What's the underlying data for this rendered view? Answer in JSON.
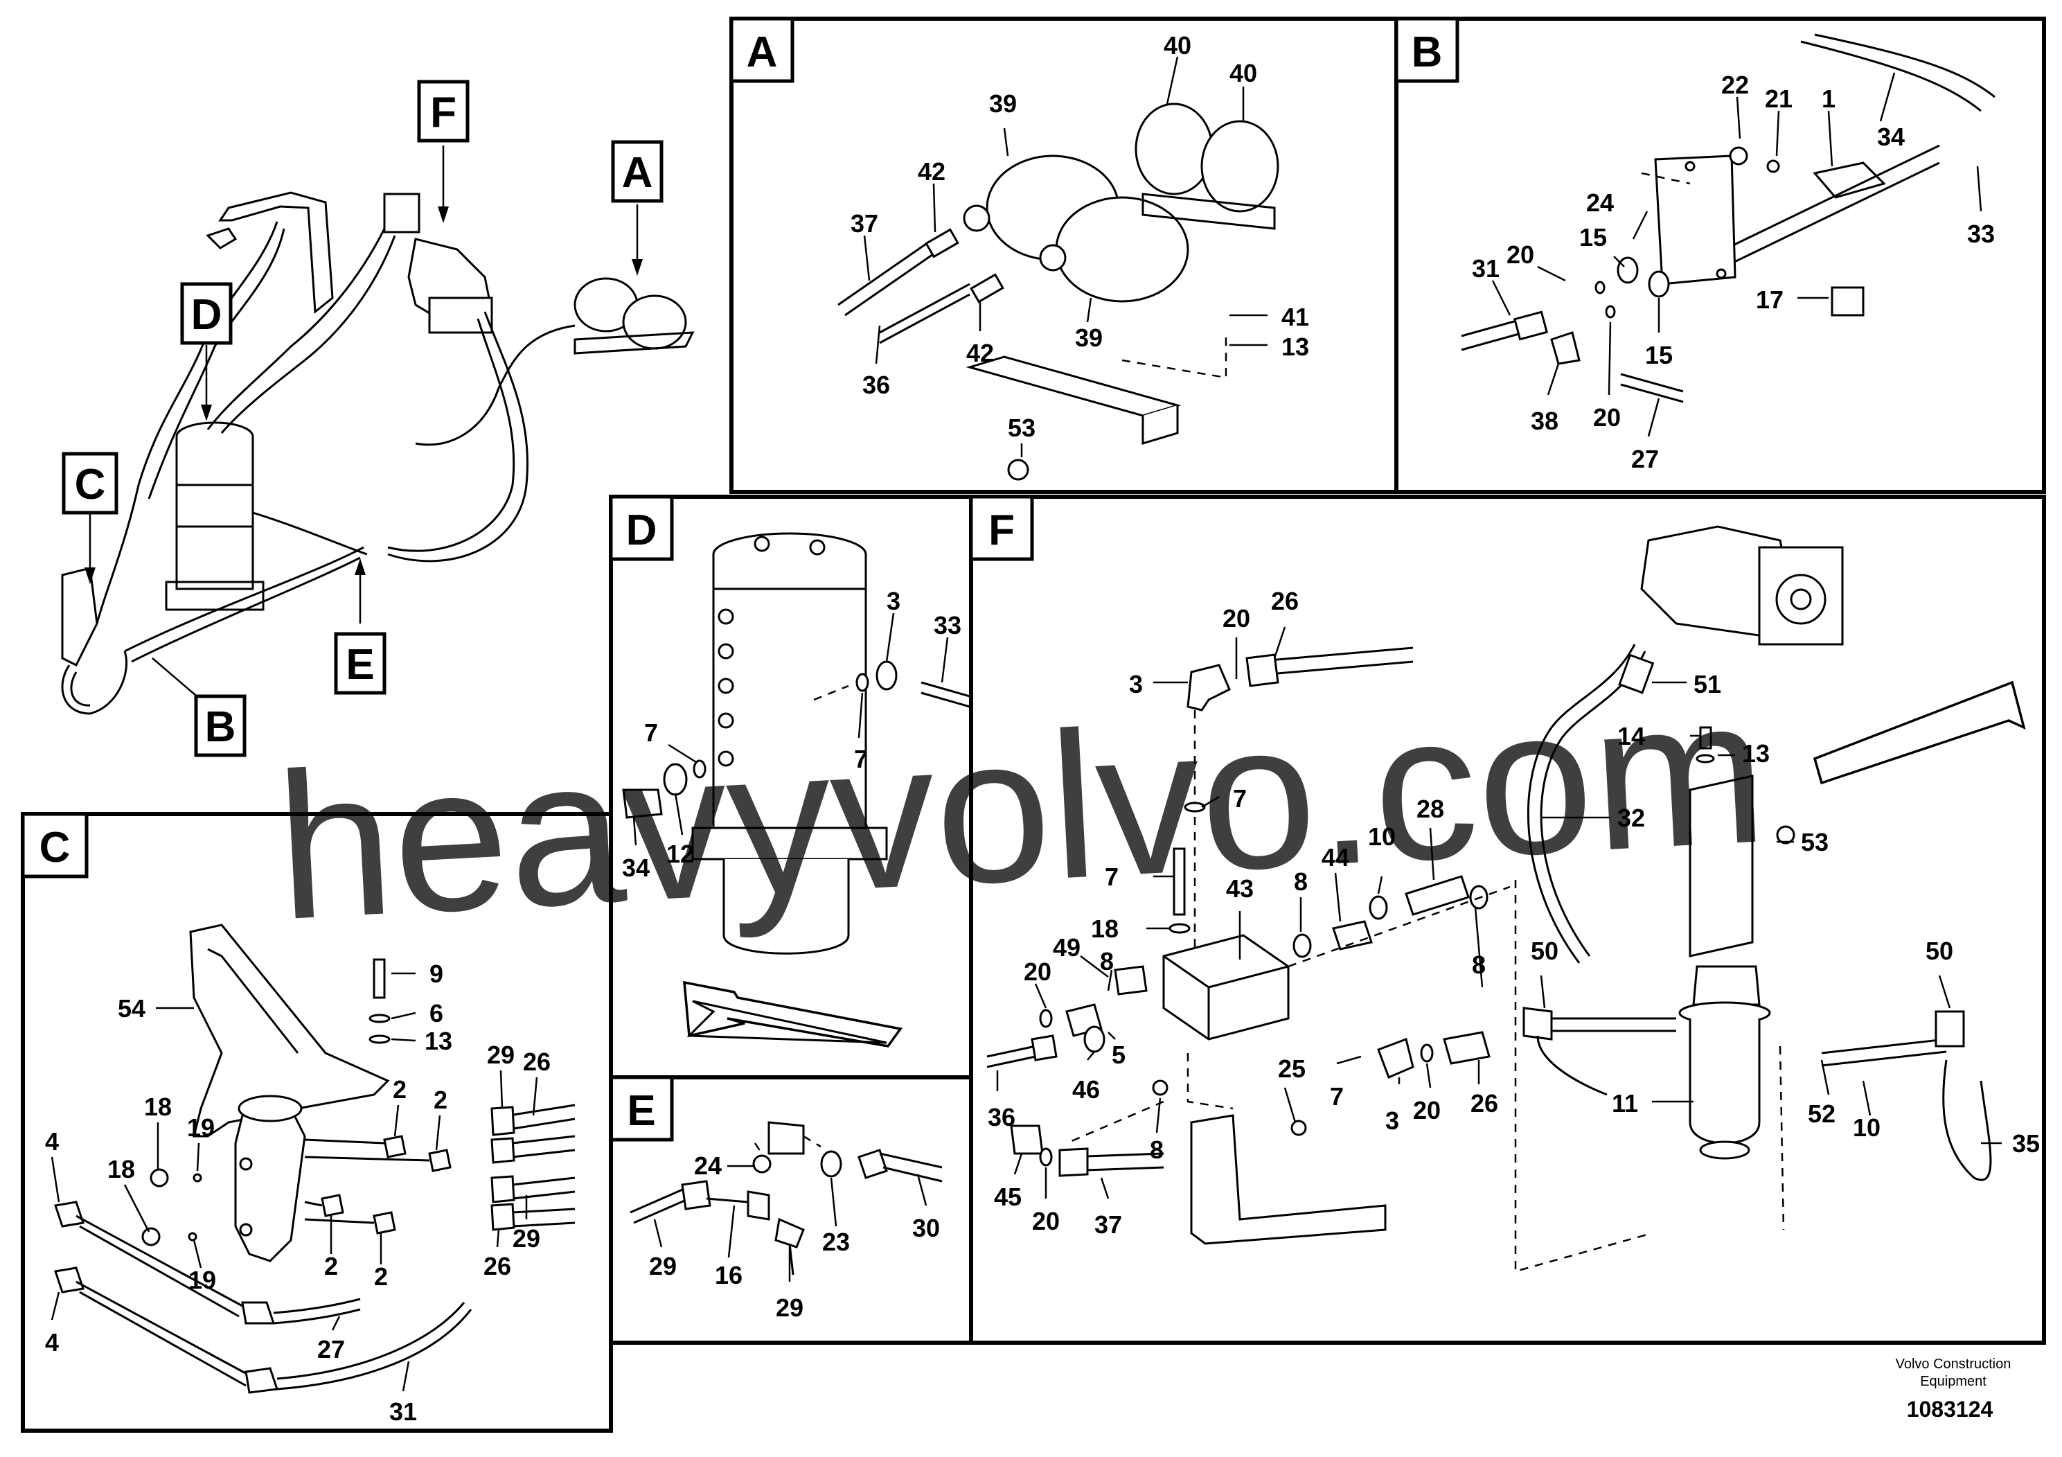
{
  "panels": {
    "A": {
      "label": "A"
    },
    "B": {
      "label": "B"
    },
    "C": {
      "label": "C"
    },
    "D": {
      "label": "D"
    },
    "E": {
      "label": "E"
    },
    "F": {
      "label": "F"
    }
  },
  "overview": {
    "markers": [
      "F",
      "A",
      "D",
      "C",
      "B",
      "E"
    ]
  },
  "callouts": {
    "A": [
      "40",
      "40",
      "39",
      "42",
      "37",
      "36",
      "42",
      "39",
      "41",
      "13",
      "53"
    ],
    "B": [
      "22",
      "21",
      "1",
      "34",
      "33",
      "24",
      "31",
      "20",
      "15",
      "17",
      "15",
      "38",
      "20",
      "27"
    ],
    "C": [
      "9",
      "54",
      "6",
      "13",
      "29",
      "26",
      "2",
      "2",
      "18",
      "19",
      "4",
      "18",
      "19",
      "2",
      "2",
      "29",
      "26",
      "4",
      "27",
      "31"
    ],
    "D": [
      "3",
      "33",
      "7",
      "7",
      "12",
      "34"
    ],
    "E": [
      "24",
      "29",
      "16",
      "23",
      "29",
      "30"
    ],
    "F": [
      "20",
      "26",
      "3",
      "51",
      "14",
      "13",
      "7",
      "32",
      "53",
      "28",
      "44",
      "10",
      "43",
      "7",
      "8",
      "18",
      "49",
      "20",
      "8",
      "8",
      "50",
      "50",
      "25",
      "36",
      "46",
      "5",
      "7",
      "3",
      "20",
      "26",
      "11",
      "52",
      "10",
      "35",
      "8",
      "45",
      "20",
      "37"
    ]
  },
  "watermark": "heavyvolvo.com",
  "footer": {
    "company_line1": "Volvo Construction",
    "company_line2": "Equipment",
    "drawing_number": "1083124"
  }
}
